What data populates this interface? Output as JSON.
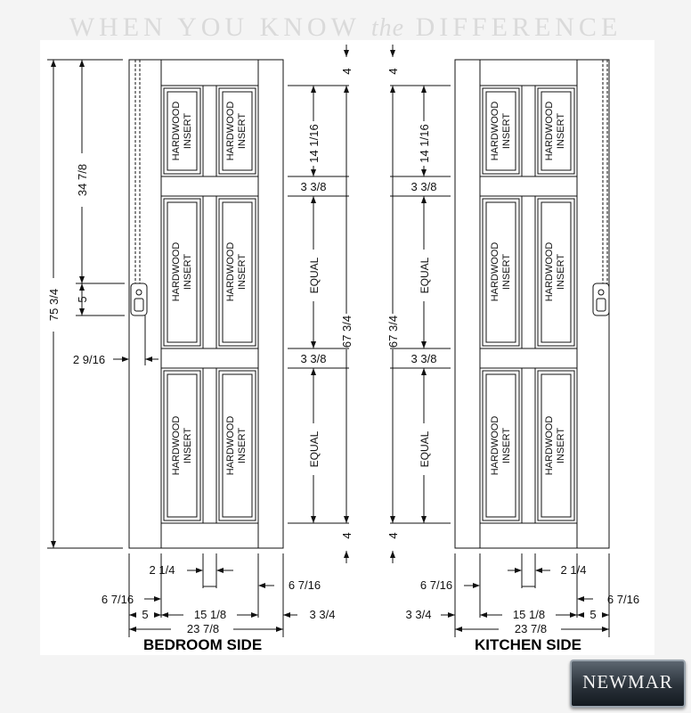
{
  "slogan": {
    "before": "WHEN YOU KNOW ",
    "the": "the",
    "after": " DIFFERENCE"
  },
  "panel_label": {
    "line1": "HARDWOOD",
    "line2": "INSERT"
  },
  "bedroom": {
    "caption": "BEDROOM SIDE",
    "dims": {
      "overall_height": "75 3/4",
      "latch_height": "34 7/8",
      "latch_size": "5",
      "latch_offset": "2 9/16",
      "top_rail": "4",
      "bottom_rail": "4",
      "top_panel": "14 1/16",
      "rail_1": "3 3/8",
      "rail_2": "3 3/8",
      "middle_panel": "EQUAL",
      "bottom_panel": "EQUAL",
      "panel_height": "67 3/4",
      "mullion": "2 1/4",
      "left_stile": "6 7/16",
      "right_stile": "6 7/16",
      "hinge_strip": "5",
      "panel_width": "15 1/8",
      "right_gap": "3 3/4",
      "overall_width": "23 7/8"
    }
  },
  "kitchen": {
    "caption": "KITCHEN SIDE",
    "dims": {
      "top_rail": "4",
      "bottom_rail": "4",
      "top_panel": "14 1/16",
      "rail_1": "3 3/8",
      "rail_2": "3 3/8",
      "middle_panel": "EQUAL",
      "bottom_panel": "EQUAL",
      "panel_height": "67 3/4",
      "mullion": "2 1/4",
      "left_stile": "6 7/16",
      "right_stile": "6 7/16",
      "hinge_strip": "5",
      "panel_width": "15 1/8",
      "left_gap": "3 3/4",
      "overall_width": "23 7/8"
    }
  },
  "logo": {
    "text": "NEWMAR"
  }
}
